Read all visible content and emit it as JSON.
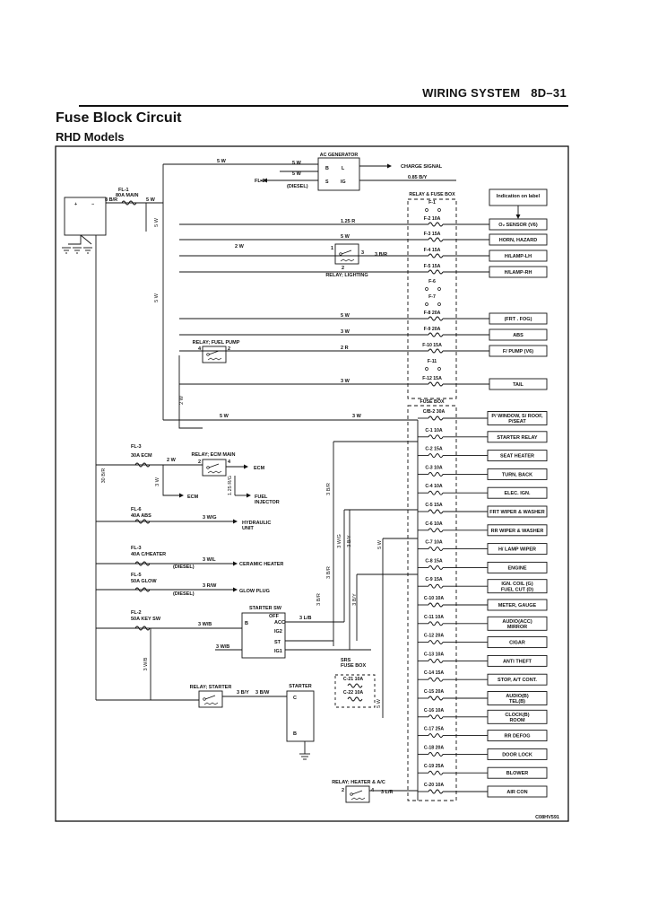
{
  "header": {
    "section": "WIRING SYSTEM",
    "page": "8D–31"
  },
  "title": "Fuse Block Circuit",
  "subtitle": "RHD Models",
  "generator": {
    "label": "AC GENERATOR",
    "terms": [
      "B",
      "L",
      "S",
      "IG"
    ],
    "to_charge": "CHARGE SIGNAL",
    "charge_wire": "0.85 B/Y",
    "diesel": "(DIESEL)",
    "fl2": "FL-2",
    "wires": [
      "5 W",
      "5 W",
      "5 W"
    ]
  },
  "battery": {
    "fl1": "FL-1",
    "fl1_rating": "80A MAIN",
    "wire_a": "8 B/R",
    "wire_b": "5 W"
  },
  "relay_fuse_box": {
    "title": "RELAY & FUSE BOX",
    "fuses": [
      {
        "label": "F-1",
        "wire": "",
        "load": ""
      },
      {
        "label": "F-2 10A",
        "wire": "1.25 R",
        "load": "O₂ SENSOR (V6)"
      },
      {
        "label": "F-3 15A",
        "wire": "5 W",
        "load": "HORN, HAZARD"
      },
      {
        "label": "F-4 15A",
        "wire": "",
        "load": "H/LAMP-LH"
      },
      {
        "label": "F-5 15A",
        "wire": "",
        "load": "H/LAMP-RH"
      },
      {
        "label": "F-6",
        "wire": "",
        "load": ""
      },
      {
        "label": "F-7",
        "wire": "",
        "load": ""
      },
      {
        "label": "F-8 20A",
        "wire": "5 W",
        "load": "(FRT . FOG)"
      },
      {
        "label": "F-9 20A",
        "wire": "3 W",
        "load": "ABS"
      },
      {
        "label": "F-10 15A",
        "wire": "2 R",
        "load": "F/ PUMP (V6)"
      },
      {
        "label": "F-11",
        "wire": "",
        "load": ""
      },
      {
        "label": "F-12 15A",
        "wire": "3 W",
        "load": "TAIL"
      }
    ],
    "indication": "Indication on label"
  },
  "relay_lighting": {
    "label": "RELAY; LIGHTING",
    "wire_in": "2 W",
    "wire_out": "3 B/R",
    "pins": [
      "1",
      "2",
      "3"
    ]
  },
  "relay_fuel_pump": {
    "label": "RELAY; FUEL PUMP",
    "pins": [
      "4",
      "2"
    ]
  },
  "vertical_wires": {
    "left_a": "5 W",
    "left_b": "5 W",
    "left_c": "2 W",
    "main": "5 W",
    "main_out": "3 W",
    "left_main": "30 B/R"
  },
  "fuse_box": {
    "title": "FUSE BOX",
    "fuses": [
      {
        "label": "C/B-2 30A",
        "load": "P/ WINDOW, S/ ROOF,\nP/SEAT"
      },
      {
        "label": "C-1 10A",
        "load": "STARTER RELAY"
      },
      {
        "label": "C-2 15A",
        "load": "SEAT HEATER"
      },
      {
        "label": "C-3 10A",
        "load": "TURN, BACK"
      },
      {
        "label": "C-4 10A",
        "load": "ELEC. IGN."
      },
      {
        "label": "C-5 15A",
        "load": "FRT WIPER & WASHER"
      },
      {
        "label": "C-6 10A",
        "load": "RR WIPER & WASHER"
      },
      {
        "label": "C-7 10A",
        "load": "H/ LAMP WIPER"
      },
      {
        "label": "C-8 15A",
        "load": "ENGINE"
      },
      {
        "label": "C-9 15A",
        "load": "IGN. COIL (G)\nFUEL CUT (D)"
      },
      {
        "label": "C-10 10A",
        "load": "METER, GAUGE"
      },
      {
        "label": "C-11 10A",
        "load": "AUDIO(ACC)\nMIRROR"
      },
      {
        "label": "C-12 20A",
        "load": "CIGAR"
      },
      {
        "label": "C-13 10A",
        "load": "ANTI THEFT"
      },
      {
        "label": "C-14 15A",
        "load": "STOP, A/T CONT."
      },
      {
        "label": "C-15 20A",
        "load": "AUDIO(B)\nTEL(B)"
      },
      {
        "label": "C-16 10A",
        "load": "CLOCK(B)\nROOM"
      },
      {
        "label": "C-17 25A",
        "load": "RR DEFOG"
      },
      {
        "label": "C-18 20A",
        "load": "DOOR LOCK"
      },
      {
        "label": "C-19 25A",
        "load": "BLOWER"
      },
      {
        "label": "C-20 10A",
        "load": "AIR CON"
      }
    ]
  },
  "fl3_ecm": {
    "fl": "FL-3",
    "rating": "30A ECM",
    "relay": "RELAY; ECM MAIN",
    "wire_a": "2 W",
    "wire_b": "3 W",
    "wire_c": "1.25 R/G",
    "pins": [
      "2",
      "4"
    ],
    "out_ecm": "ECM",
    "out_ecm2": "ECM",
    "fuel_inj": "FUEL\nINJECTOR"
  },
  "fl6": {
    "fl": "FL-6",
    "rating": "40A ABS",
    "wire": "3 W/G",
    "load": "HYDRAULIC\nUNIT"
  },
  "fl3_heater": {
    "fl": "FL-3",
    "rating": "40A C/HEATER",
    "wire": "3 W/L",
    "diesel": "(DIESEL)",
    "load": "CERAMIC HEATER"
  },
  "fl5": {
    "fl": "FL-5",
    "rating": "50A GLOW",
    "wire": "3 R/W",
    "diesel": "(DIESEL)",
    "load": "GLOW PLUG"
  },
  "fl2_key": {
    "fl": "FL-2",
    "rating": "50A KEY SW",
    "wire_a": "3 W/B",
    "wire_b": "3 W/B",
    "wire_c": "3 W/B",
    "switch": "STARTER SW",
    "pins": [
      "B",
      "OFF",
      "ACC",
      "IG2",
      "ST",
      "IG1"
    ],
    "wire_out": "3 L/B"
  },
  "relay_starter": {
    "label": "RELAY; STARTER",
    "wire_a": "3 B/Y",
    "wire_b": "3 B/W",
    "starter": "STARTER",
    "terms": [
      "C",
      "B"
    ]
  },
  "srs": {
    "title": "SRS\nFUSE BOX",
    "fuses": [
      "C-21 10A",
      "C-22 10A"
    ]
  },
  "relay_heater": {
    "label": "RELAY; HEATER & A/C",
    "pins": [
      "2",
      "4"
    ],
    "wire": "3 L/R"
  },
  "misc_wires": [
    "3 B/R",
    "3 B/R",
    "3 W/G",
    "3 B/Y",
    "5 W",
    "3 B/Y",
    "3 B/R",
    "5 W",
    "3 W/B"
  ],
  "figure_code": "C08HV591"
}
